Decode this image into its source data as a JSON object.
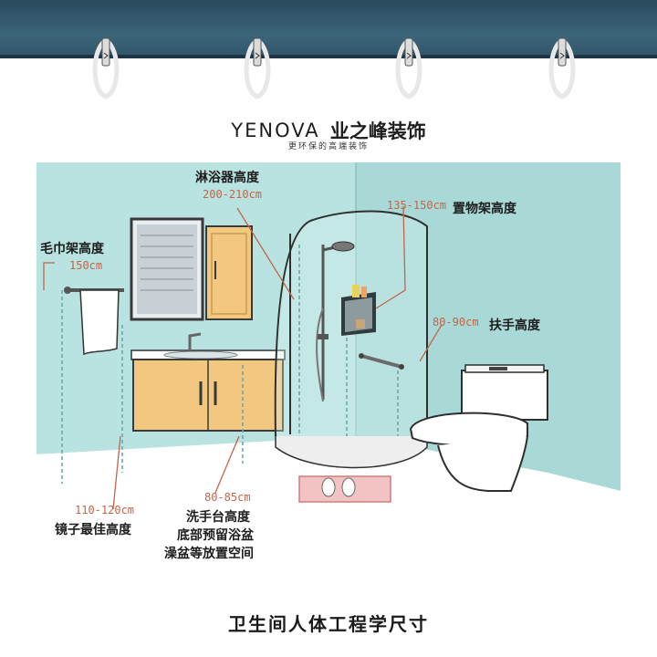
{
  "brand": {
    "name_en": "YENOVA",
    "name_cn": "业之峰装饰",
    "slogan": "更环保的高端装饰"
  },
  "labels": {
    "shower": {
      "title": "淋浴器高度",
      "value": "200-210cm"
    },
    "towel": {
      "title": "毛巾架高度",
      "value": "150cm"
    },
    "shelf": {
      "title": "置物架高度",
      "value": "135-150cm"
    },
    "handrail": {
      "title": "扶手高度",
      "value": "80-90cm"
    },
    "mirror": {
      "value": "110-120cm",
      "title": "镜子最佳高度"
    },
    "basin": {
      "value": "80-85cm",
      "line1": "洗手台高度",
      "line2": "底部预留浴盆",
      "line3": "澡盆等放置空间"
    }
  },
  "caption": "卫生间人体工程学尺寸",
  "colors": {
    "header": "#305467",
    "wall": "#b9e3e0",
    "cabinet": "#f2c77f",
    "accent_text": "#c0664a",
    "dim_line": "#6fa8a4"
  },
  "icons": [
    "shower-curtain-ring-icon",
    "towel-icon",
    "mirror-icon",
    "sink-icon",
    "shower-icon",
    "toilet-icon",
    "slippers-icon"
  ]
}
